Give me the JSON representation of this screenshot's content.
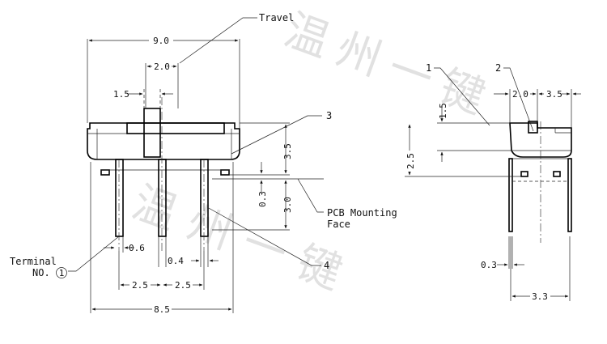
{
  "labels": {
    "travel": "Travel",
    "pcb_mounting_line1": "PCB Mounting",
    "pcb_mounting_line2": "Face",
    "terminal_line1": "Terminal",
    "terminal_line2": "NO.",
    "terminal_number": "1",
    "callout_1": "1",
    "callout_2": "2",
    "callout_3": "3",
    "callout_4": "4"
  },
  "front_view": {
    "overall_width": "9.0",
    "travel": "2.0",
    "knob_width": "1.5",
    "body_height": "3.5",
    "pin_length": "3.0",
    "pcb_offset": "0.3",
    "pin_width": "0.6",
    "pin_pitch_gap": "0.4",
    "pitch_left": "2.5",
    "pitch_right": "2.5",
    "base_width": "8.5"
  },
  "side_view": {
    "left_width": "2.0",
    "right_width": "3.5",
    "knob_height": "1.5",
    "overall_height": "2.5",
    "pin_thickness": "0.3",
    "pin_span": "3.3"
  },
  "watermark": {
    "text1": "温州一键",
    "text2": "温州一键"
  }
}
